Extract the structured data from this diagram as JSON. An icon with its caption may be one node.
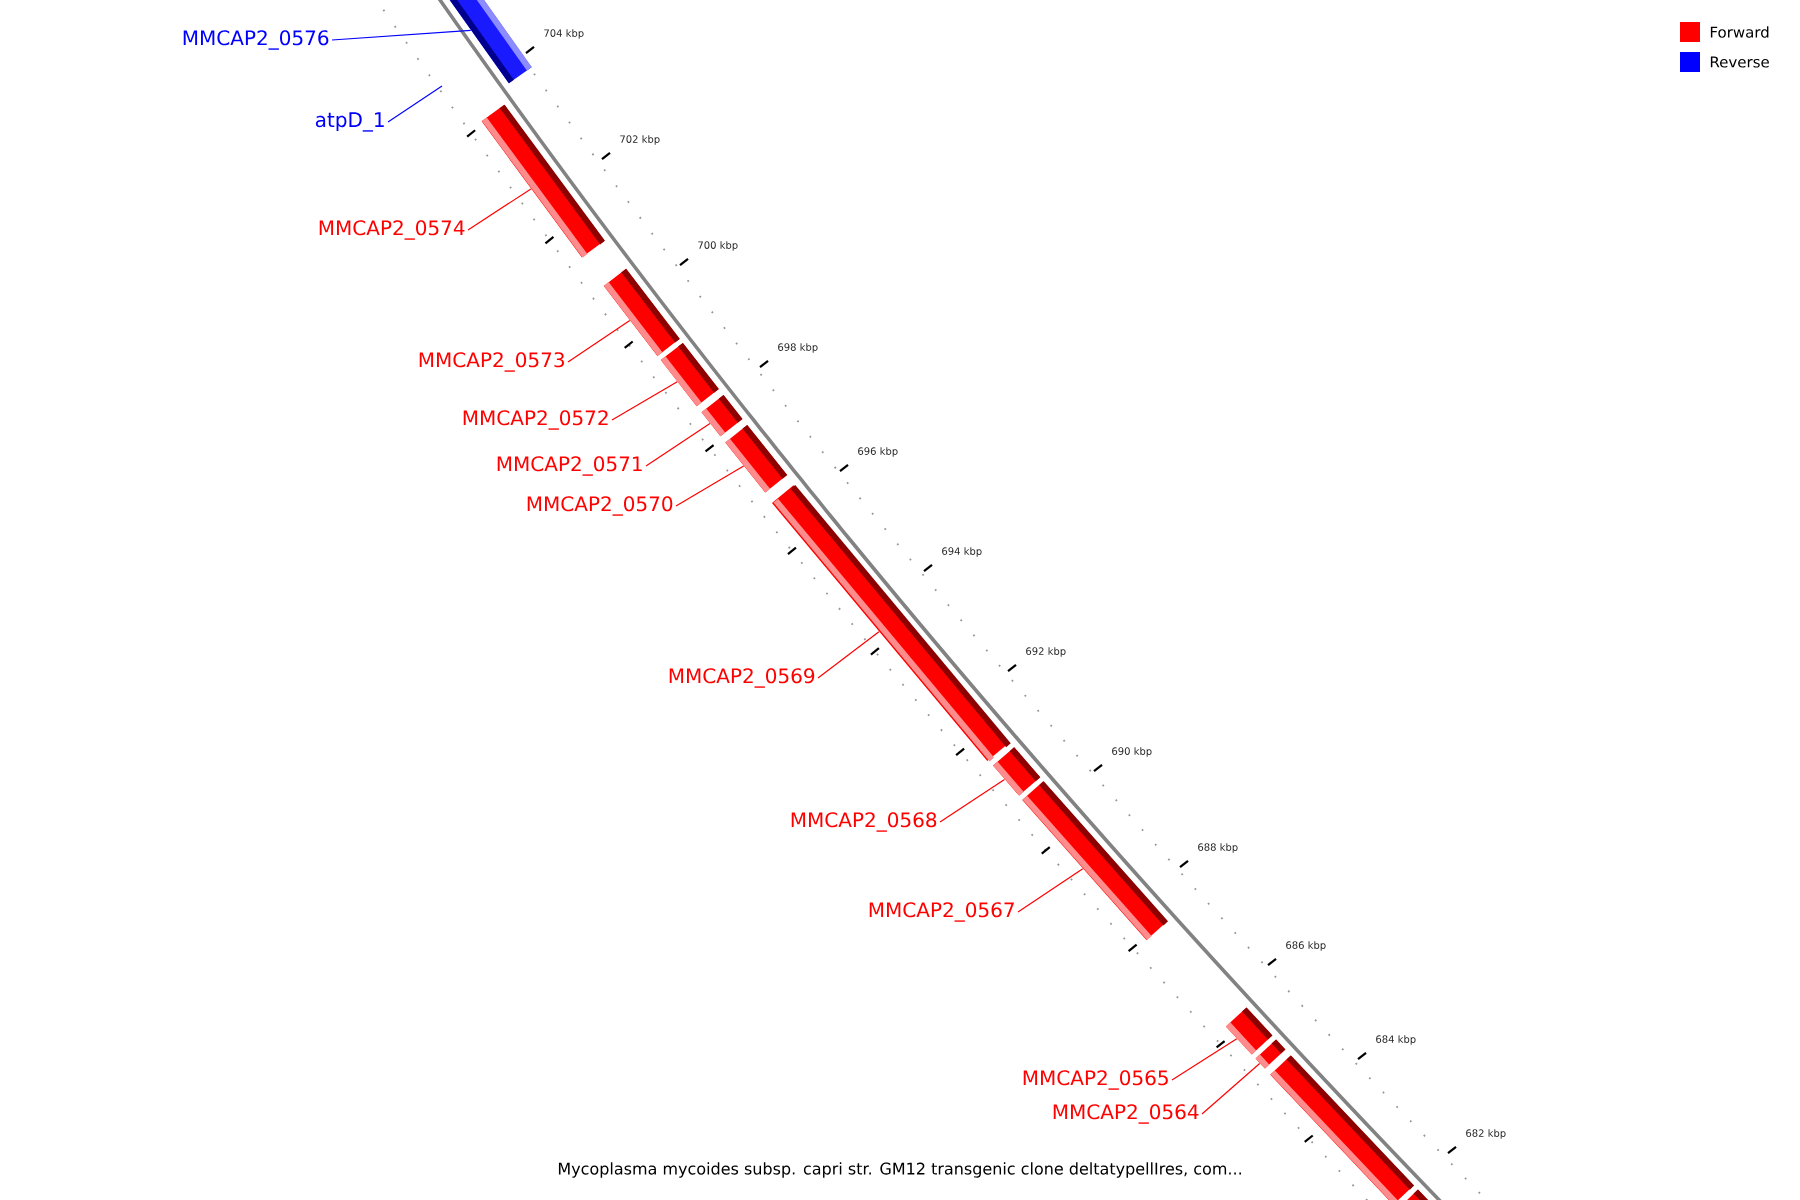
{
  "diagram": {
    "caption": "Mycoplasma mycoides subsp. capri str. GM12 transgenic clone deltatypellIres, com...",
    "nodes": [
      {
        "text": [],
        "shape": "bar"
      },
      {
        "text": [],
        "shape": "bar"
      },
      {
        "text": [],
        "shape": "bar"
      },
      {
        "text": [],
        "shape": "bar"
      },
      {
        "text": [],
        "shape": "bar"
      },
      {
        "text": [],
        "shape": "bar"
      },
      {
        "text": [],
        "shape": "bar"
      },
      {
        "text": [],
        "shape": "bar"
      },
      {
        "text": [],
        "shape": "bar"
      },
      {
        "text": [],
        "shape": "bar"
      },
      {
        "text": [],
        "shape": "bar"
      },
      {
        "text": [],
        "shape": "bar"
      },
      {
        "text": [],
        "shape": "bar"
      },
      {
        "text": [
          "MMCAP2_0576"
        ]
      },
      {
        "text": [
          "atpD_1"
        ]
      },
      {
        "text": [
          "MMCAP2_0574"
        ]
      },
      {
        "text": [
          "MMCAP2_0573"
        ]
      },
      {
        "text": [
          "MMCAP2_0572"
        ]
      },
      {
        "text": [
          "MMCAP2_0571"
        ]
      },
      {
        "text": [
          "MMCAP2_0570"
        ]
      },
      {
        "text": [
          "MMCAP2_0569"
        ]
      },
      {
        "text": [
          "MMCAP2_0568"
        ]
      },
      {
        "text": [
          "MMCAP2_0567"
        ]
      },
      {
        "text": [
          "MMCAP2_0565"
        ]
      },
      {
        "text": [
          "MMCAP2_0564"
        ]
      }
    ],
    "edges": [
      {
        "from": 13,
        "to": 0,
        "arrow": "none",
        "color": "#0000ff"
      },
      {
        "from": 14,
        "to": null,
        "arrow": "none",
        "color": "#0000ff"
      },
      {
        "from": 15,
        "to": 1,
        "arrow": "none"
      },
      {
        "from": 16,
        "to": 2,
        "arrow": "none"
      },
      {
        "from": 17,
        "to": 3,
        "arrow": "none"
      },
      {
        "from": 18,
        "to": 4,
        "arrow": "none"
      },
      {
        "from": 19,
        "to": 5,
        "arrow": "none"
      },
      {
        "from": 20,
        "to": 6,
        "arrow": "none"
      },
      {
        "from": 21,
        "to": 7,
        "arrow": "none"
      },
      {
        "from": 22,
        "to": 8,
        "arrow": "none"
      },
      {
        "from": 23,
        "to": 9,
        "arrow": "none"
      },
      {
        "from": 24,
        "to": 10,
        "arrow": "none"
      }
    ],
    "labels": [
      "704 kbp",
      "702 kbp",
      "700 kbp",
      "698 kbp",
      "696 kbp",
      "694 kbp",
      "692 kbp",
      "690 kbp",
      "688 kbp",
      "686 kbp",
      "684 kbp",
      "682 kbp"
    ],
    "legend": [
      {
        "text": "Forward",
        "color": "#ff0000"
      },
      {
        "text": "Reverse",
        "color": "#0000ff"
      }
    ]
  }
}
